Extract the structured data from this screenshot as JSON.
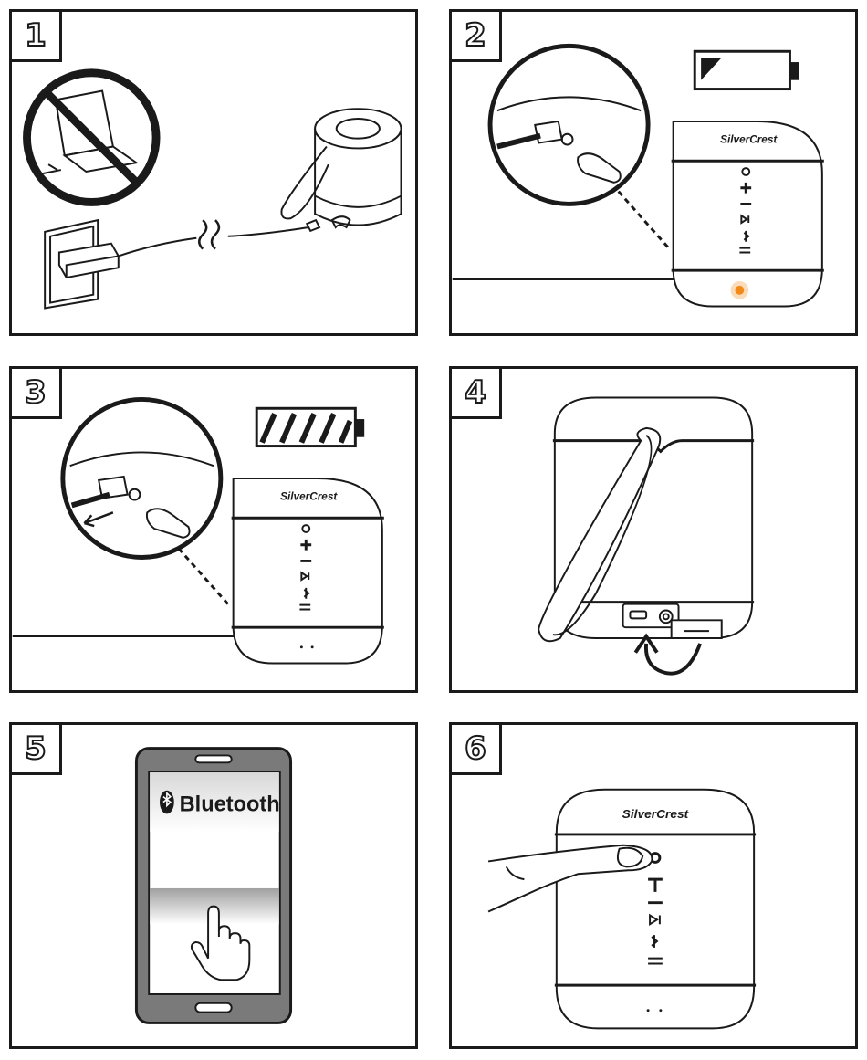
{
  "steps": [
    {
      "number": "1"
    },
    {
      "number": "2"
    },
    {
      "number": "3"
    },
    {
      "number": "4"
    },
    {
      "number": "5"
    },
    {
      "number": "6"
    }
  ],
  "speaker": {
    "brand": "SilverCrest"
  },
  "phone": {
    "screen_label": "Bluetooth"
  },
  "colors": {
    "led_charging": "#f28a1a",
    "line": "#1a1a1a",
    "phone_body": "#7a7a7a"
  }
}
